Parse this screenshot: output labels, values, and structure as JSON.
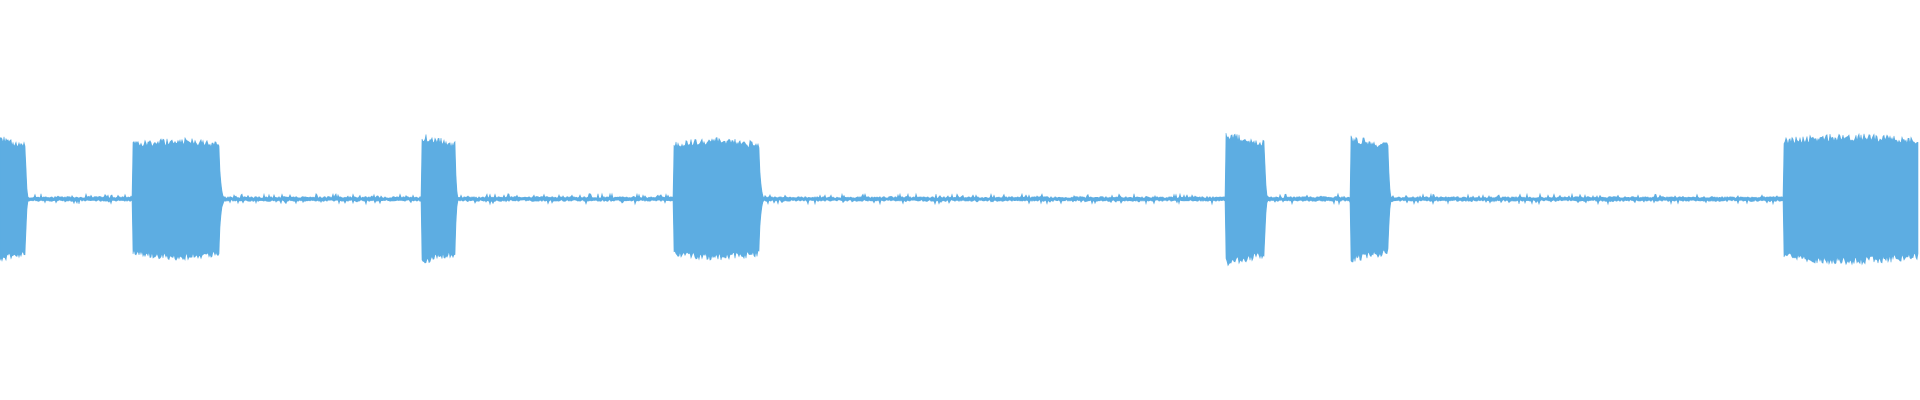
{
  "chart_data": {
    "type": "area",
    "title": "",
    "xlabel": "",
    "ylabel": "",
    "xlim": [
      0,
      1
    ],
    "ylim": [
      -1,
      1
    ],
    "grid": false,
    "legend": "none",
    "series": [
      {
        "color": "#5dade2",
        "bursts": [
          {
            "start": 0.0,
            "end": 0.0135,
            "amplitude": 0.78,
            "shape": "decay"
          },
          {
            "start": 0.069,
            "end": 0.1145,
            "amplitude": 0.75,
            "shape": "sustain"
          },
          {
            "start": 0.22,
            "end": 0.2375,
            "amplitude": 0.8,
            "shape": "decay"
          },
          {
            "start": 0.351,
            "end": 0.396,
            "amplitude": 0.75,
            "shape": "sustain"
          },
          {
            "start": 0.639,
            "end": 0.6595,
            "amplitude": 0.82,
            "shape": "decay"
          },
          {
            "start": 0.704,
            "end": 0.724,
            "amplitude": 0.78,
            "shape": "decay"
          },
          {
            "start": 0.93,
            "end": 1.0,
            "amplitude": 0.8,
            "shape": "sustain"
          }
        ],
        "baseline_noise": 0.02,
        "burst_tail": 0.05
      }
    ]
  }
}
